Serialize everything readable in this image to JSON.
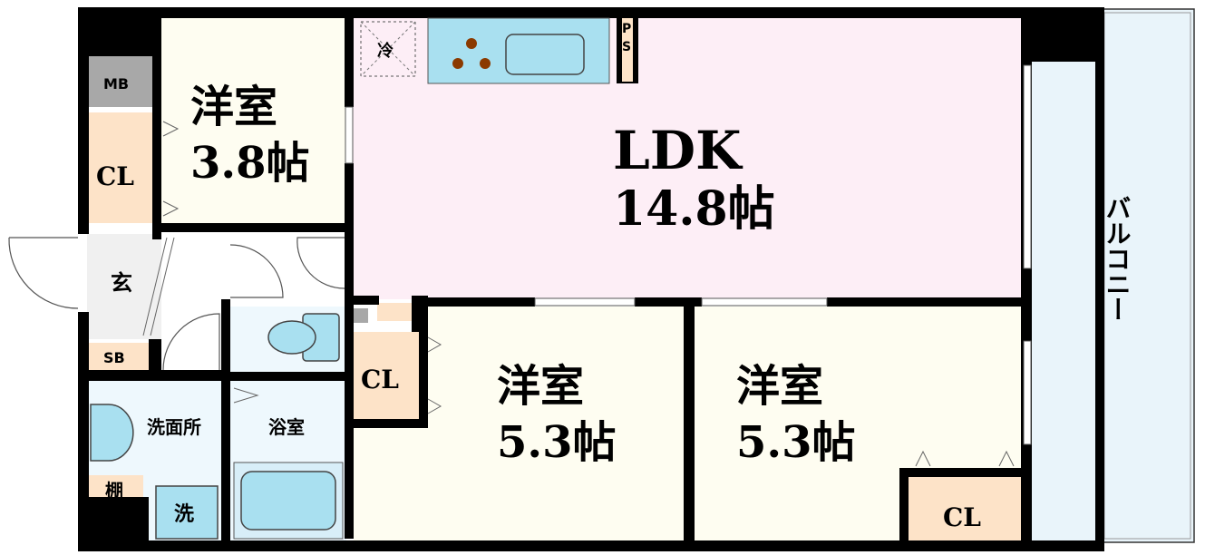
{
  "colors": {
    "wall": "#000000",
    "ldk_floor": "#fdeef6",
    "western_floor": "#fefdf1",
    "closet_floor": "#fde3c8",
    "wet_floor": "#eef8fd",
    "fixture": "#a9e0f0",
    "balcony": "#e9f4fa",
    "entrance": "#f0f0f0",
    "mb_box": "#a8a8a8",
    "burner": "#8b3a00"
  },
  "rooms": {
    "western1": {
      "name": "洋室",
      "size": "3.8帖"
    },
    "ldk": {
      "name": "LDK",
      "size": "14.8帖"
    },
    "western2": {
      "name": "洋室",
      "size": "5.3帖"
    },
    "western3": {
      "name": "洋室",
      "size": "5.3帖"
    }
  },
  "labels": {
    "mb": "MB",
    "cl1": "CL",
    "cl2": "CL",
    "cl3": "CL",
    "entrance": "玄",
    "sb": "SB",
    "washroom": "洗面所",
    "bathroom": "浴室",
    "shelf": "棚",
    "washer": "洗",
    "fridge": "冷",
    "ps_p": "P",
    "ps_s": "S",
    "balcony": "バルコニー"
  },
  "icons": [
    "fridge-icon",
    "stove-icon",
    "sink-icon",
    "toilet-icon",
    "bathtub-icon",
    "washbasin-icon",
    "door-swing-icon"
  ]
}
